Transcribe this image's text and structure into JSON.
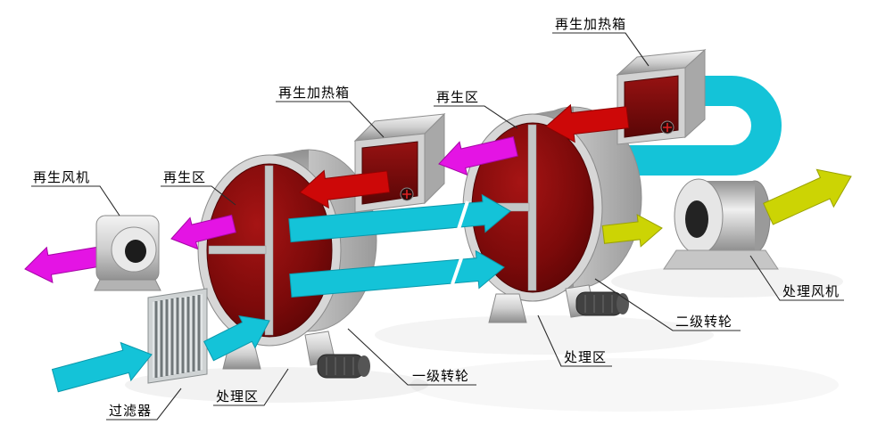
{
  "diagram": {
    "labels": {
      "regen_fan": "再生风机",
      "regen_zone_1": "再生区",
      "regen_heater_1": "再生加热箱",
      "regen_zone_2": "再生区",
      "regen_heater_2": "再生加热箱",
      "filter": "过滤器",
      "process_zone_1": "处理区",
      "rotor_1": "一级转轮",
      "process_zone_2": "处理区",
      "rotor_2": "二级转轮",
      "process_fan": "处理风机"
    },
    "colors": {
      "process_air_cyan": "#14c3d8",
      "regen_exhaust_magenta": "#e414e4",
      "hot_air_red": "#cd0808",
      "dry_air_yellow": "#ccd404",
      "rotor_face_red": "#7c0a0a",
      "metal_grey": "#cfcfcf"
    }
  }
}
